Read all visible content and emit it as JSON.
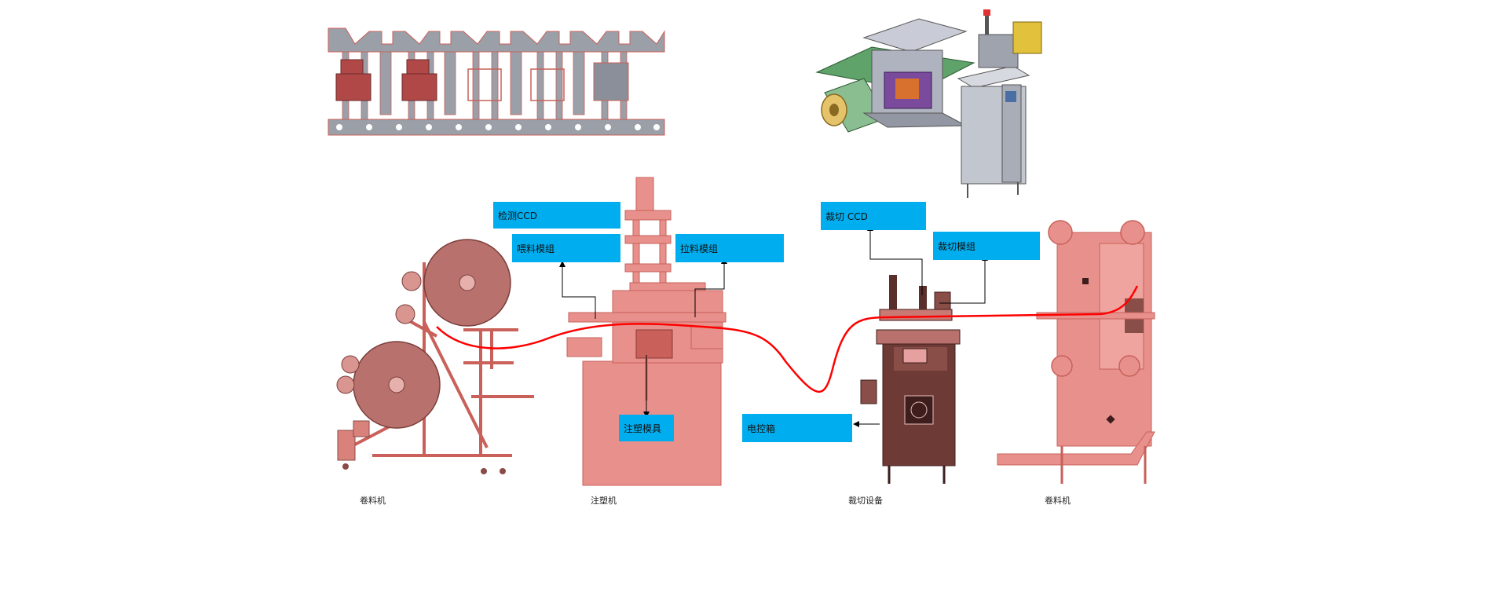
{
  "callouts": {
    "ccd_inspection": "检测CCD",
    "feeding_module": "喂料模组",
    "pulling_module": "拉料模组",
    "cutting_ccd": "裁切 CCD",
    "cutting_module": "裁切模组",
    "injection_mold": "注塑模具",
    "electric_cabinet": "电控箱"
  },
  "machines": {
    "reel_left": "卷料机",
    "injection_machine": "注塑机",
    "cutting_equipment": "裁切设备",
    "reel_right": "卷料机"
  },
  "colors": {
    "callout_bg": "#00AEEF",
    "machine_pink": "#E8918C",
    "machine_outline": "#C9605A",
    "cabinet_brown": "#6E3A36",
    "strip_line": "#FF0000",
    "part_gray": "#9A9FA8"
  }
}
